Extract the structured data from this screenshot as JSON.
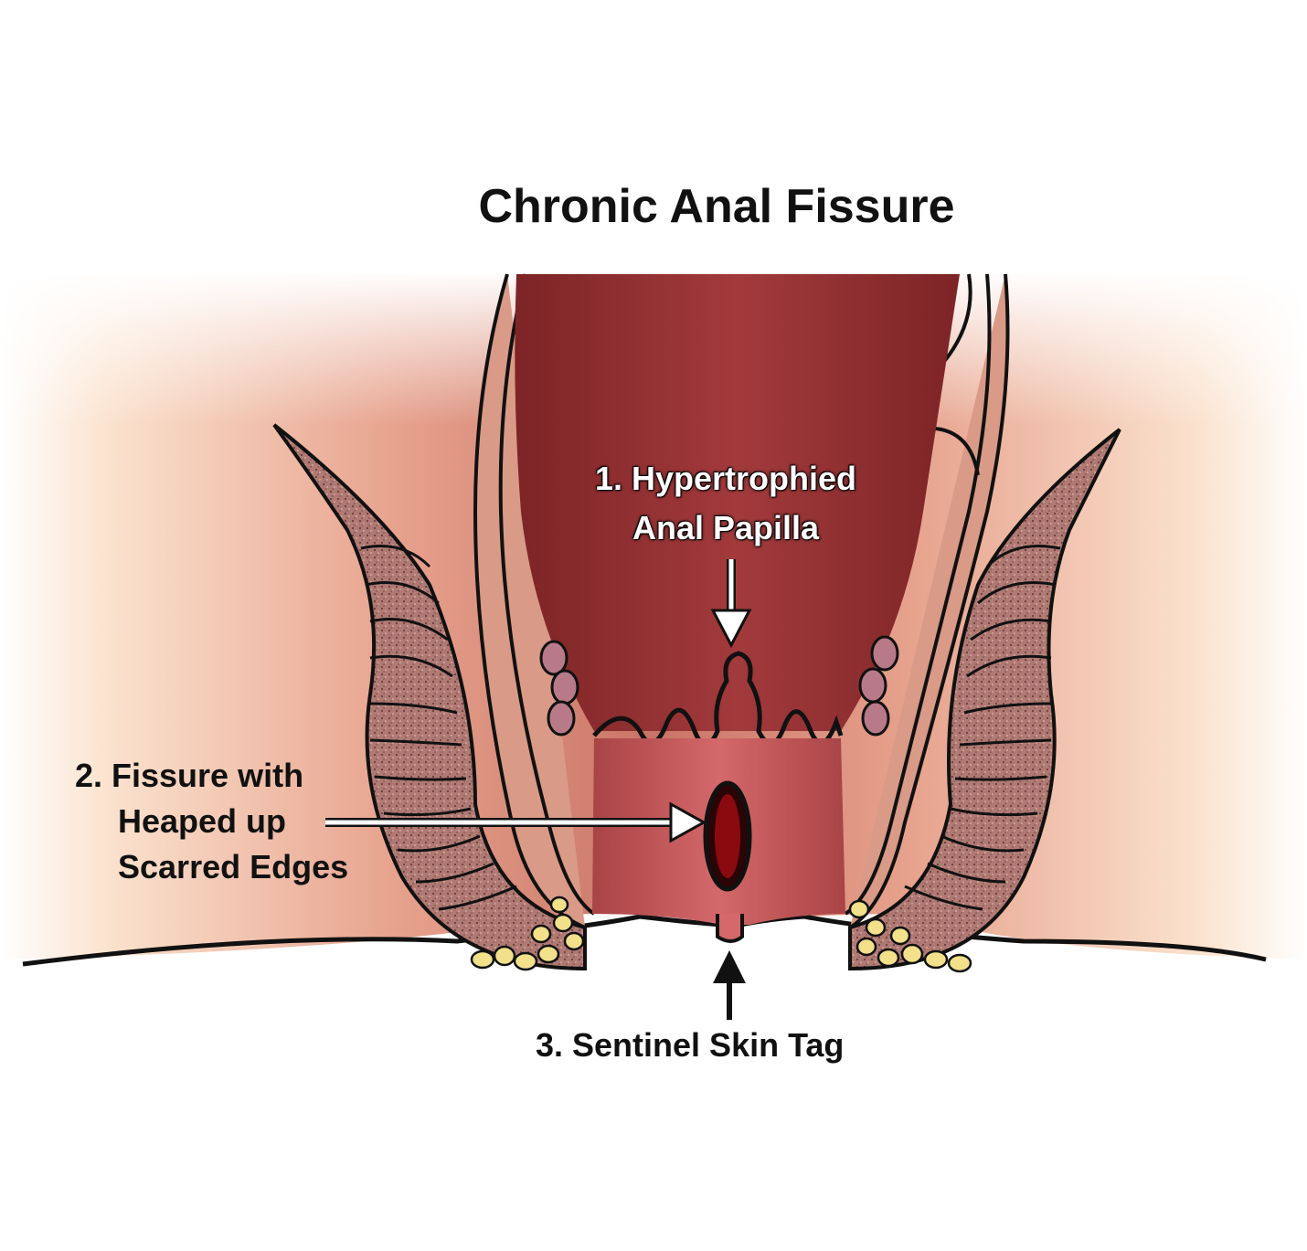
{
  "title": "Chronic Anal Fissure",
  "labels": {
    "papilla": [
      "1. Hypertrophied",
      "Anal Papilla"
    ],
    "fissure": [
      "2. Fissure with",
      "Heaped up",
      "Scarred Edges"
    ],
    "skin_tag": "3. Sentinel Skin Tag"
  },
  "colors": {
    "outline": "#111111",
    "canal_dark": "#8e2f30",
    "canal_light": "#c5585a",
    "tissue": "#d99a88",
    "muscle": "#a06a66",
    "fat": "#f2e08a",
    "fissure": "#8a0a10",
    "skin": "#f6c7a8"
  }
}
